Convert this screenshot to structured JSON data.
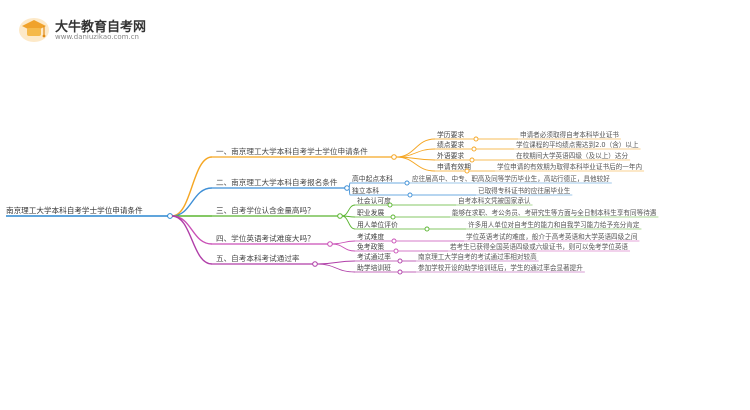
{
  "brand": {
    "title": "大牛教育自考网",
    "url": "www.daniuzikao.com.cn"
  },
  "colors": {
    "root": "#2b87d1",
    "branch1": "#f5a623",
    "branch2": "#3e8fd6",
    "branch3": "#5bb531",
    "branch4": "#c94fb6",
    "branch5": "#b03ea8"
  },
  "mindmap": {
    "root": "南京理工大学本科自考学士学位申请条件",
    "branches": [
      {
        "label": "一、南京理工大学本科自考学士学位申请条件",
        "leaves": [
          {
            "label": "学历要求",
            "detail": "申请者必须取得自考本科毕业证书"
          },
          {
            "label": "绩点要求",
            "detail": "学位课程的平均绩点需达到2.0（含）以上"
          },
          {
            "label": "外语要求",
            "detail": "在校期间大学英语四级（及以上）达分"
          },
          {
            "label": "申请有效期",
            "detail": "学位申请的有效期为取得本科毕业证书后的一年内"
          }
        ]
      },
      {
        "label": "二、南京理工大学本科自考报名条件",
        "leaves": [
          {
            "label": "高中起点本科",
            "detail": "应往届高中、中专、职高及同等学历毕业生，高站行德正，具他较好"
          },
          {
            "label": "独立本科",
            "detail": "已取得专科证书的应往届毕业生"
          }
        ]
      },
      {
        "label": "三、自考学位认含金量高吗？",
        "leaves": [
          {
            "label": "社会认可度",
            "detail": "自考本科文凭被国家承认"
          },
          {
            "label": "职业发展",
            "detail": "能够在求职、考公务员、考研究生等方面与全日制本科生享有同等待遇"
          },
          {
            "label": "用人单位评价",
            "detail": "许多用人单位对自考生的能力和自我学习能力给予充分肯定"
          }
        ]
      },
      {
        "label": "四、学位英语考试难度大吗？",
        "leaves": [
          {
            "label": "考试难度",
            "detail": "学位英语考试的难度，般介于高考英语和大学英语四级之间"
          },
          {
            "label": "免考政策",
            "detail": "若考生已获得全国英语四级或六级证书，则可以免考学位英语"
          }
        ]
      },
      {
        "label": "五、自考本科考试通过率",
        "leaves": [
          {
            "label": "考试通过率",
            "detail": "南京理工大学自考的考试通过率相对较高"
          },
          {
            "label": "助学培训班",
            "detail": "参加学校开设的助学培训班后，学生的通过率会显著提升"
          }
        ]
      }
    ]
  }
}
